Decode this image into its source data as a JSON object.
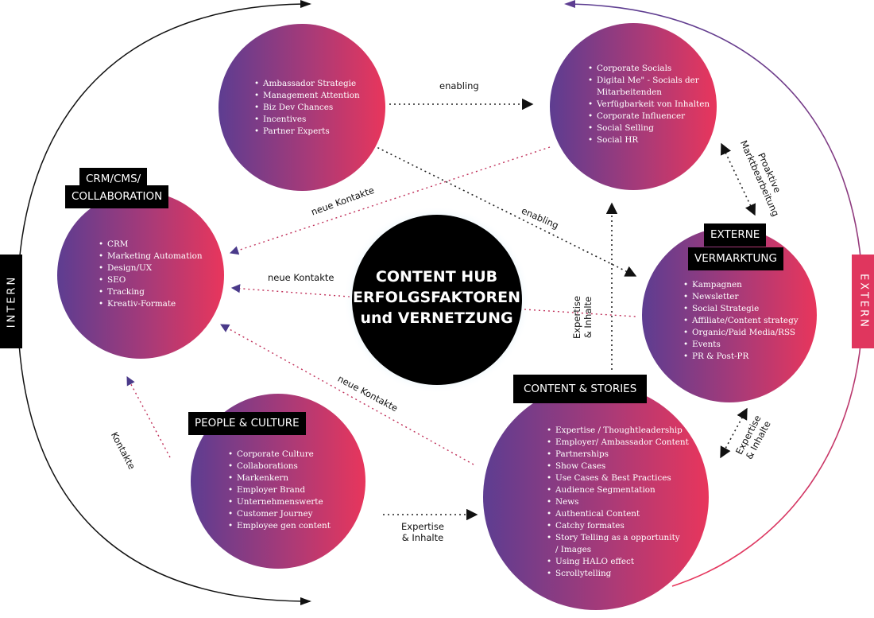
{
  "hub": {
    "line1": "CONTENT HUB",
    "line2": "ERFOLGSFAKTOREN",
    "line3": "und VERNETZUNG"
  },
  "sides": {
    "intern": "INTERN",
    "extern": "EXTERN"
  },
  "nodes": {
    "people_strategy": {
      "items": [
        "Ambassador Strategie",
        "Management Attention",
        "Biz Dev Chances",
        "Incentives",
        "Partner Experts"
      ]
    },
    "corporate_socials": {
      "items": [
        "Corporate Socials",
        "Digital Me\" - Socials der",
        "Mitarbeitenden",
        "Verfügbarkeit von Inhalten",
        "Corporate Influencer",
        "Social Selling",
        "Social HR"
      ]
    },
    "crm": {
      "title_line1": "CRM/CMS/",
      "title_line2": "COLLABORATION",
      "items": [
        "CRM",
        "Marketing Automation",
        "Design/UX",
        "SEO",
        "Tracking",
        "Kreativ-Formate"
      ]
    },
    "externe": {
      "title_line1": "EXTERNE",
      "title_line2": "VERMARKTUNG",
      "items": [
        "Kampagnen",
        "Newsletter",
        "Social Strategie",
        "Affiliate/Content strategy",
        "Organic/Paid Media/RSS",
        "Events",
        "PR & Post-PR"
      ]
    },
    "people_culture": {
      "title": "PEOPLE & CULTURE",
      "items": [
        "Corporate Culture",
        "Collaborations",
        "Markenkern",
        "Employer Brand",
        "Unternehmenswerte",
        "Customer Journey",
        "Employee gen content"
      ]
    },
    "content_stories": {
      "title": "CONTENT & STORIES",
      "items": [
        "Expertise / Thoughtleadership",
        "Employer/ Ambassador Content",
        "Partnerships",
        "Show Cases",
        "Use Cases & Best Practices",
        "Audience Segmentation",
        "News",
        "Authentical Content",
        "Catchy formates",
        "Story Telling as a opportunity",
        " / Images",
        "Using HALO effect",
        "Scrollytelling"
      ]
    }
  },
  "connectors": {
    "enabling_top": "enabling",
    "enabling_diag": "enabling",
    "neue_kontakte_upper": "neue Kontakte",
    "neue_kontakte_mid": "neue Kontakte",
    "neue_kontakte_lower": "neue Kontakte",
    "kontakte": "Kontakte",
    "expertise_bottom_1": "Expertise",
    "expertise_bottom_2": "& Inhalte",
    "expertise_vert_1": "Expertise",
    "expertise_vert_2": "& Inhalte",
    "expertise_right_1": "Expertise",
    "expertise_right_2": "& Inhalte",
    "proaktive_1": "Proaktive",
    "proaktive_2": "Marktbearbeitung"
  },
  "colors": {
    "gradient_start": "#5d3d91",
    "gradient_mid": "#a83a78",
    "gradient_end": "#e8365c",
    "hub": "#000000",
    "tag": "#000000",
    "dotted_pink": "#c0305a",
    "intern_arc": "#000000",
    "extern_arc": "#7a3a8c"
  }
}
